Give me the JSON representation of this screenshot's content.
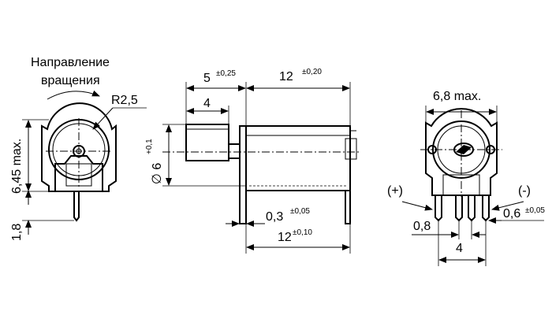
{
  "rotation_note": {
    "line1": "Направление",
    "line2": "вращения"
  },
  "left_view": {
    "radius_label": "R2,5",
    "height_label": "6,45 max.",
    "pin_label": "1,8"
  },
  "side_view": {
    "dim_5": "5",
    "dim_5_tol": "±0,25",
    "dim_12_top": "12",
    "dim_12_top_tol": "±0,20",
    "dim_4": "4",
    "diam_label": "∅ 6",
    "diam_tol": "+0,1",
    "dim_03": "0,3",
    "dim_03_tol": "±0,05",
    "dim_12_bottom": "12",
    "dim_12_bottom_tol": "±0,10"
  },
  "right_view": {
    "width_label": "6,8 max.",
    "plus_label": "(+)",
    "minus_label": "(-)",
    "dim_08": "0,8",
    "dim_06": "0,6",
    "dim_06_tol": "±0,05",
    "dim_4": "4"
  }
}
